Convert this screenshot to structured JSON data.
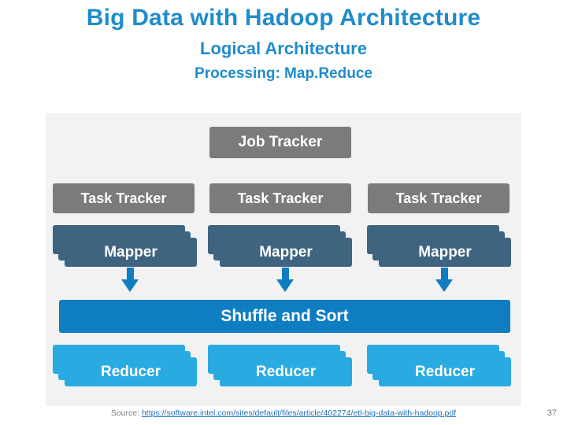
{
  "slide": {
    "title_main": "Big Data with Hadoop Architecture",
    "title_sub": "Logical Architecture",
    "title_sub2": "Processing: Map.Reduce",
    "accent_color": "#1f8ccc",
    "page_number": "37"
  },
  "source": {
    "label": "Source:",
    "url": "https://software.intel.com/sites/default/files/article/402274/etl-big-data-with-hadoop.pdf"
  },
  "diagram": {
    "job_tracker": "Job Tracker",
    "task_trackers": [
      "Task Tracker",
      "Task Tracker",
      "Task Tracker"
    ],
    "mappers": [
      "Mapper",
      "Mapper",
      "Mapper"
    ],
    "shuffle": "Shuffle and Sort",
    "reducers": [
      "Reducer",
      "Reducer",
      "Reducer"
    ],
    "colors": {
      "tracker": "#7b7b7b",
      "mapper": "#3f6480",
      "shuffle": "#0f7dc2",
      "reducer": "#29abe2",
      "panel": "#f2f2f2"
    }
  }
}
